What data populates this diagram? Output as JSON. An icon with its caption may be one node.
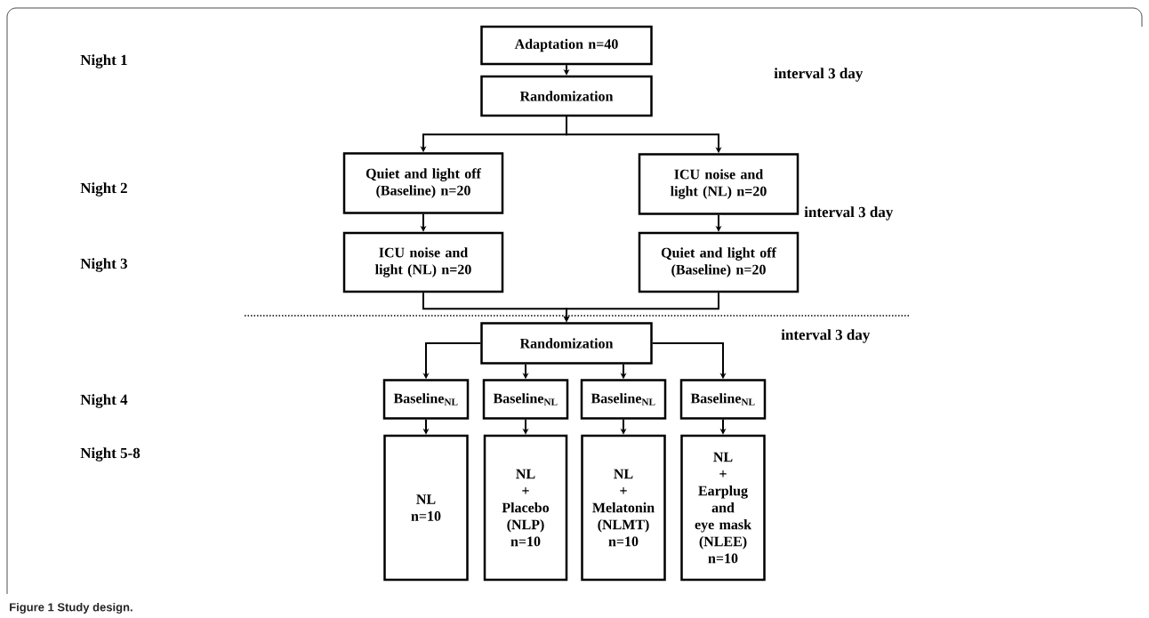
{
  "diagram": {
    "caption": "Figure 1 Study design.",
    "nodes": [
      {
        "text": [
          "Adaptation n=40"
        ]
      },
      {
        "text": [
          "Randomization"
        ]
      },
      {
        "text": [
          "Quiet and light off (Baseline) n=20"
        ]
      },
      {
        "text": [
          "ICU noise and light (NL) n=20"
        ]
      },
      {
        "text": [
          "ICU noise and light (NL) n=20"
        ]
      },
      {
        "text": [
          "Quiet and light off (Baseline) n=20"
        ]
      },
      {
        "text": [
          "Randomization"
        ]
      },
      {
        "text": [
          "Baseline$_{NL}$"
        ]
      },
      {
        "text": [
          "Baseline$_{NL}$"
        ]
      },
      {
        "text": [
          "Baseline$_{NL}$"
        ]
      },
      {
        "text": [
          "Baseline$_{NL}$"
        ]
      },
      {
        "text": [
          "NL",
          "n=10"
        ]
      },
      {
        "text": [
          "NL",
          "+",
          "Placebo",
          "(NLP)",
          "n=10"
        ]
      },
      {
        "text": [
          "NL",
          "+",
          "Melatonin",
          "(NLMT)",
          "n=10"
        ]
      },
      {
        "text": [
          "NL",
          "+",
          "Earplug",
          "and",
          "eye mask",
          "(NLEE)",
          "n=10"
        ]
      }
    ],
    "edges": [
      {
        "from": 0,
        "to": 1,
        "arrow": "to"
      },
      {
        "from": 1,
        "to": 2,
        "arrow": "to"
      },
      {
        "from": 1,
        "to": 3,
        "arrow": "to"
      },
      {
        "from": 2,
        "to": 4,
        "arrow": "to"
      },
      {
        "from": 3,
        "to": 5,
        "arrow": "to"
      },
      {
        "from": 4,
        "to": 6,
        "arrow": "to"
      },
      {
        "from": 5,
        "to": 6,
        "arrow": "to"
      },
      {
        "from": 6,
        "to": 7,
        "arrow": "to"
      },
      {
        "from": 6,
        "to": 8,
        "arrow": "to"
      },
      {
        "from": 6,
        "to": 9,
        "arrow": "to"
      },
      {
        "from": 6,
        "to": 10,
        "arrow": "to"
      },
      {
        "from": 7,
        "to": 11,
        "arrow": "to"
      },
      {
        "from": 8,
        "to": 12,
        "arrow": "to"
      },
      {
        "from": 9,
        "to": 13,
        "arrow": "to"
      },
      {
        "from": 10,
        "to": 14,
        "arrow": "to"
      }
    ],
    "labels": [
      "Night 1",
      "interval 3 day",
      "Night 2",
      "interval 3 day",
      "Night 3",
      "interval 3 day",
      "Night 4",
      "Night 5-8"
    ]
  }
}
